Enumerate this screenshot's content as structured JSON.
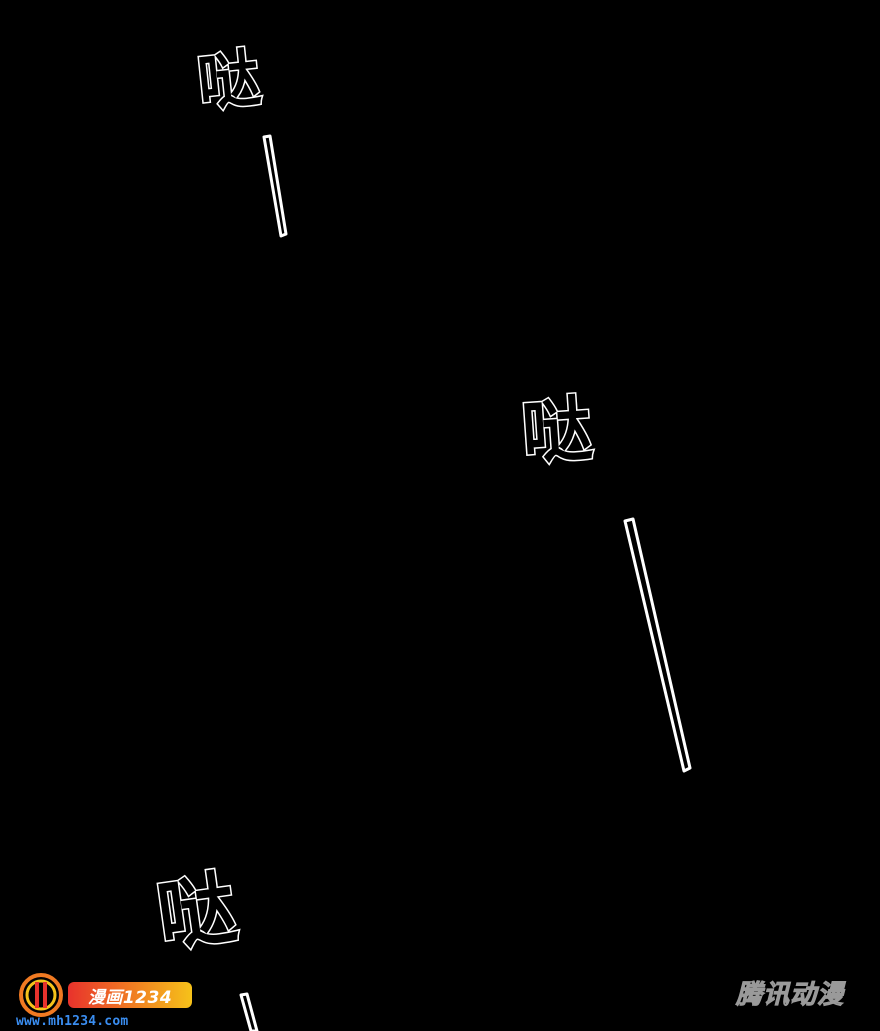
{
  "comic_panel": {
    "background": "#000000",
    "line_color": "#ffffff",
    "sound_effects": [
      {
        "text": "哒"
      },
      {
        "text": "哒"
      },
      {
        "text": "哒"
      }
    ]
  },
  "watermarks": {
    "site_badge": "漫画1234",
    "site_url": "www.mh1234.com",
    "publisher": "腾讯动漫",
    "badge_colors": [
      "#e8322c",
      "#f07a22",
      "#f6c21a"
    ],
    "url_color": "#3a8df0"
  }
}
